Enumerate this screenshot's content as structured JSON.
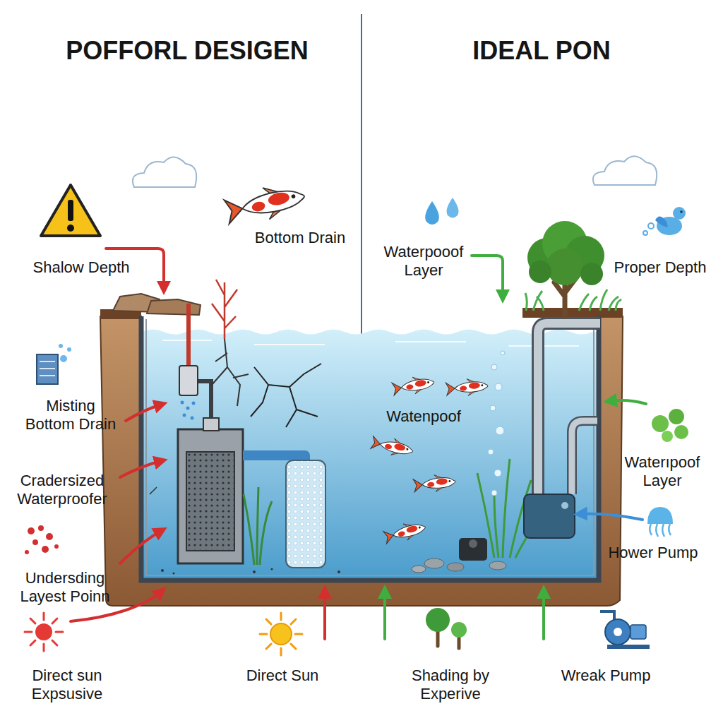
{
  "diagram": {
    "labels": [
      "POFFORL DESIGEN",
      "IDEAL PON",
      "Bottom Drain",
      "Shalow Depth",
      "Misting Bottom Drain",
      "Cradersized Waterproofer",
      "Undersding Layest Poinn",
      "Direct sun Expsusive",
      "Direct Sun",
      "Waterpooof Layer",
      "Proper Depth",
      "Watenpoof",
      "Waterıpoof Layer",
      "Hower Pump",
      "Shading by Experive",
      "Wreak Pump"
    ]
  }
}
